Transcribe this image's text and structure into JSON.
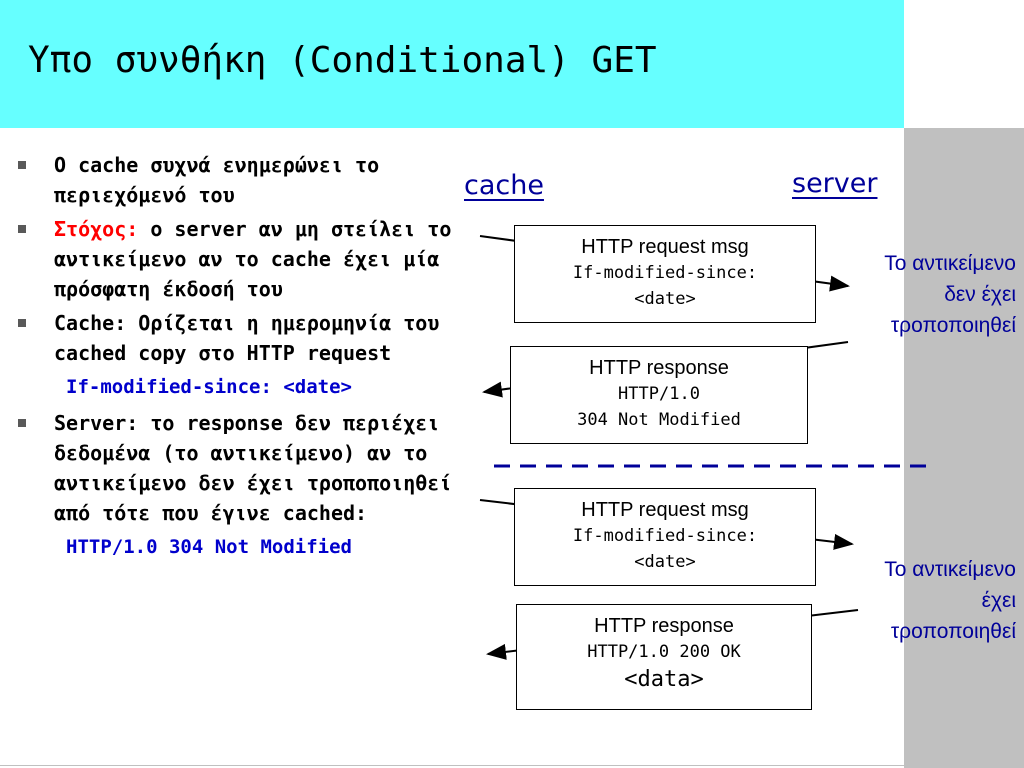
{
  "title": "Υπο συνθήκη (Conditional) GET",
  "bullets": [
    {
      "text": "O cache συχνά ενημερώνει το περιεχόμενό του"
    },
    {
      "highlight": "Στόχος:",
      "text": " o server αν μη στείλει το αντικείμενο αν το cache έχει μία πρόσφατη έκδοσή του"
    },
    {
      "text": "Cache: Ορίζεται η ημερομηνία του cached copy στο HTTP request",
      "code": "If-modified-since: <date>"
    },
    {
      "text": "Server: το response δεν περιέχει δεδομένα (το αντικείμενο) αν το αντικείμενο δεν έχει τροποποιηθεί από τότε που έγινε cached:",
      "code": "HTTP/1.0 304 Not Modified"
    }
  ],
  "labels": {
    "cache": "cache",
    "server": "server"
  },
  "boxes": {
    "req1": {
      "line1": "HTTP request msg",
      "line2": "If-modified-since:",
      "line3": "<date>"
    },
    "resp1": {
      "line1": "HTTP response",
      "line2": "HTTP/1.0",
      "line3": "304 Not Modified"
    },
    "req2": {
      "line1": "HTTP request msg",
      "line2": "If-modified-since:",
      "line3": "<date>"
    },
    "resp2": {
      "line1": "HTTP response",
      "line2": "HTTP/1.0 200 OK",
      "line3": "<data>"
    }
  },
  "notes": {
    "not_modified": {
      "line1": "Το αντικείμενο",
      "line2": "δεν έχει",
      "line3": "τροποποιηθεί"
    },
    "modified": {
      "line1": "Το αντικείμενο",
      "line2": "έχει",
      "line3": "τροποποιηθεί"
    }
  },
  "colors": {
    "header_bg": "#66ffff",
    "sidebar_bg": "#c0c0c0",
    "accent_red": "#ff0000",
    "code_blue": "#0000cc",
    "label_blue": "#000099"
  }
}
